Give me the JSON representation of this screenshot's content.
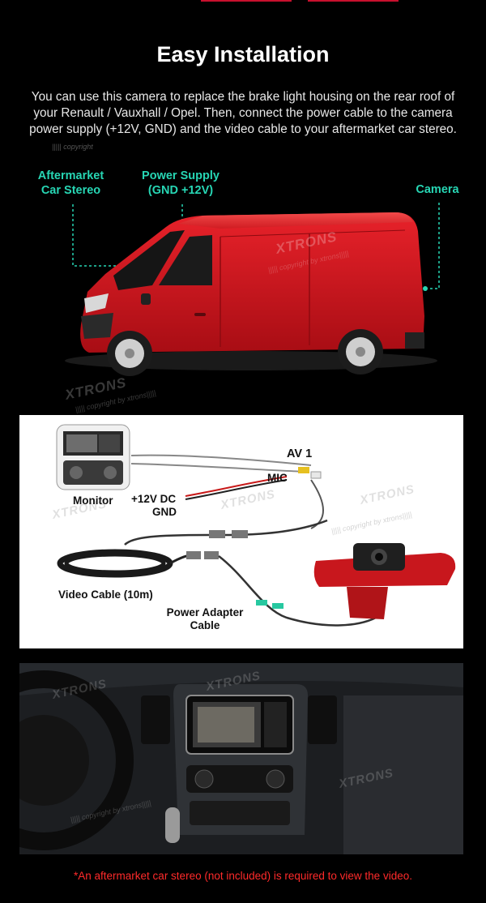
{
  "header": {
    "title": "Easy Installation",
    "description": "You can use this camera to replace the brake light housing on the rear roof of your Renault / Vauxhall / Opel. Then, connect the power cable to the camera power supply (+12V, GND) and the video cable to your aftermarket car stereo.",
    "watermark": "||||| copyright"
  },
  "van_section": {
    "callout_stereo": [
      "Aftermarket",
      "Car Stereo"
    ],
    "callout_power": [
      "Power Supply",
      "(GND +12V)"
    ],
    "callout_camera": "Camera",
    "watermark_brand": "XTRONS",
    "watermark_copyright": "||||| copyright by xtrons|||||"
  },
  "wiring": {
    "av1": "AV 1",
    "mic": "MIC",
    "monitor": "Monitor",
    "power_dc": "+12V DC",
    "gnd": "GND",
    "video_cable": "Video Cable (10m)",
    "adapter": [
      "Power Adapter",
      "Cable"
    ],
    "watermark_brand": "XTRONS",
    "watermark_copyright": "||||| copyright by xtrons|||||"
  },
  "dash_section": {
    "watermark_brand": "XTRONS",
    "watermark_copyright": "||||| copyright by xtrons|||||"
  },
  "footer": {
    "note": "*An aftermarket car stereo (not included) is required to view the video."
  },
  "colors": {
    "accent_teal": "#27d6b4",
    "brand_red": "#c8102e",
    "note_red": "#ff2a2a"
  }
}
